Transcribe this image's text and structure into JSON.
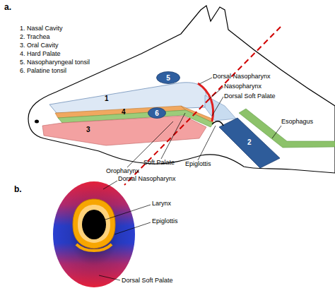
{
  "diagram": {
    "nodes": [
      {
        "text": [
          "5"
        ]
      },
      {
        "text": [
          "6"
        ]
      }
    ],
    "labels": [
      "a.",
      "1. Nasal Cavity",
      "2. Trachea",
      "3. Oral Cavity",
      "4. Hard Palate",
      "5. Nasopharyngeal tonsil",
      "6. Palatine tonsil",
      "Dorsal Nasopharynx",
      "Nasopharynx",
      "Dorsal Soft Palate",
      "Esophagus",
      "Soft Palate",
      "Epiglottis",
      "Oropharynx",
      "1",
      "2",
      "3",
      "4",
      "b.",
      "Dorsal Nasopharynx",
      "Larynx",
      "Epiglottis",
      "Dorsal Soft Palate"
    ]
  }
}
